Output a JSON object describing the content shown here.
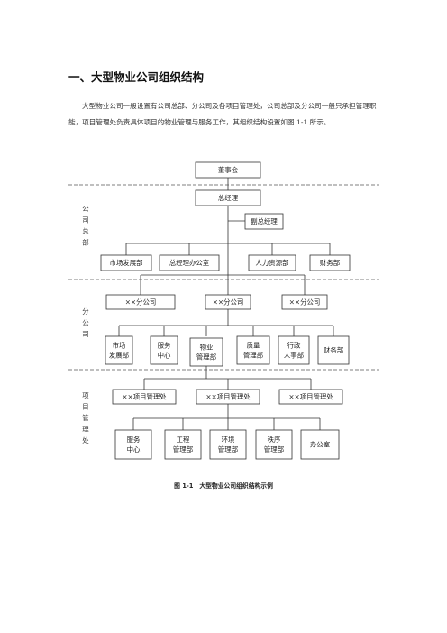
{
  "section": {
    "heading": "一、大型物业公司组织结构",
    "paragraph": "大型物业公司一般设置有公司总部、分公司及各项目管理处，公司总部及分公司一般只承担管理职能，项目管理处负责具体项目的物业管理与服务工作，其组织结构设置如图 1-1 所示。"
  },
  "org_chart": {
    "root": "董事会",
    "general_manager": "总经理",
    "deputy_manager": "副总经理",
    "hq_label": "公司总部",
    "hq_departments": [
      "市场发展部",
      "总经理办公室",
      "人力资源部",
      "财务部"
    ],
    "branch_label": "分公司",
    "branches": [
      "××分公司",
      "××分公司",
      "××分公司"
    ],
    "branch_departments": [
      "市场\n发展部",
      "服务\n中心",
      "物业\n管理部",
      "质量\n管理部",
      "行政\n人事部",
      "财务部"
    ],
    "project_label": "项目管理处",
    "projects": [
      "××项目管理处",
      "××项目管理处",
      "××项目管理处"
    ],
    "project_departments": [
      "服务\n中心",
      "工程\n管理部",
      "环境\n管理部",
      "秩序\n管理部",
      "办公室"
    ]
  },
  "caption": "图 1-1　大型物业公司组织结构示例"
}
